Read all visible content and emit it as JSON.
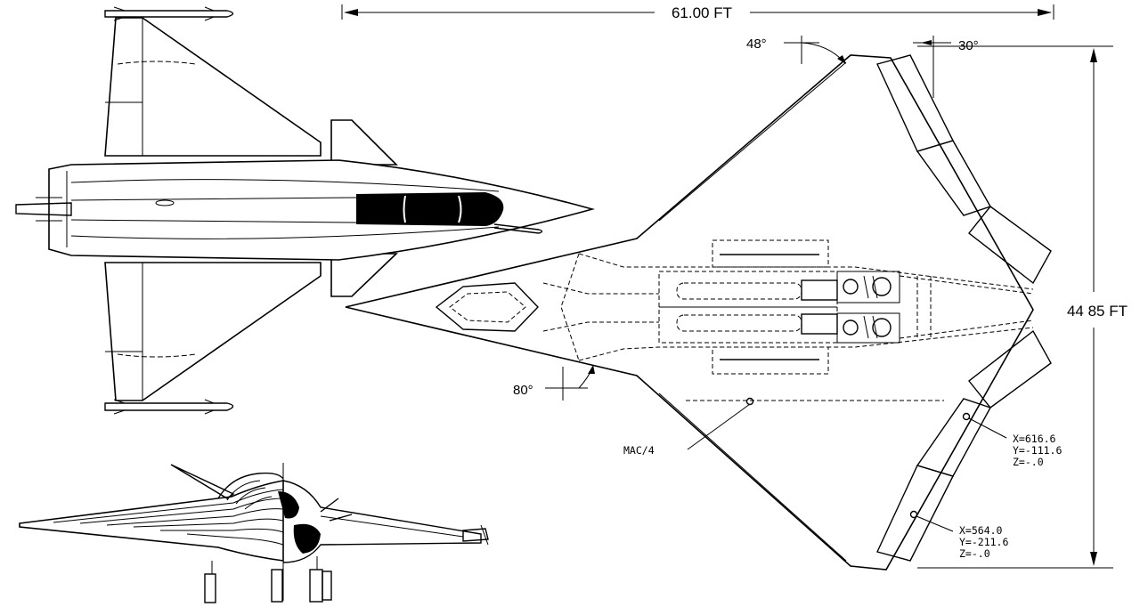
{
  "dimensions": {
    "span_label": "61.00 FT",
    "height_label": "44 85 FT"
  },
  "angles": {
    "leading_edge_sweep": "48°",
    "trailing_edge_sweep": "30°",
    "strake_sweep": "80°"
  },
  "annotations": {
    "mac": "MAC/4",
    "point1": {
      "x": "X=616.6",
      "y": "Y=-111.6",
      "z": "Z=-.0"
    },
    "point2": {
      "x": "X=564.0",
      "y": "Y=-211.6",
      "z": "Z=-.0"
    }
  }
}
